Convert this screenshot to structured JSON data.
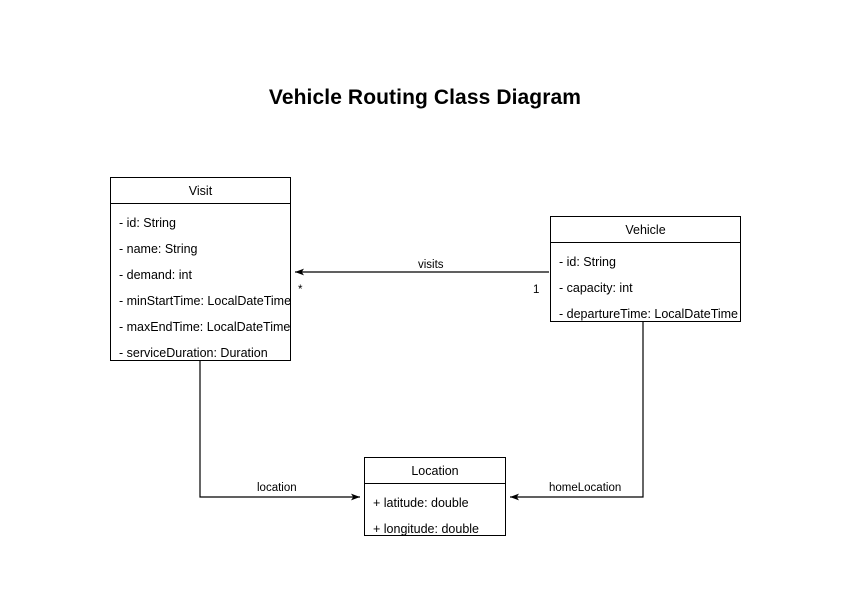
{
  "title": "Vehicle Routing Class Diagram",
  "theme": {
    "background": "#ffffff",
    "stroke": "#000000",
    "box_fill": "#ffffff",
    "text": "#000000"
  },
  "diagram": {
    "type": "uml-class-diagram",
    "classes": [
      {
        "id": "visit",
        "name": "Visit",
        "attributes": [
          "- id: String",
          "- name: String",
          "- demand: int",
          "- minStartTime: LocalDateTime",
          "- maxEndTime: LocalDateTime",
          "- serviceDuration: Duration"
        ]
      },
      {
        "id": "vehicle",
        "name": "Vehicle",
        "attributes": [
          "- id: String",
          "- capacity: int",
          "- departureTime: LocalDateTime"
        ]
      },
      {
        "id": "location",
        "name": "Location",
        "attributes": [
          "+ latitude: double",
          "+ longitude: double"
        ]
      }
    ],
    "relationships": [
      {
        "id": "visits",
        "label": "visits",
        "from": "vehicle",
        "to": "visit",
        "source_multiplicity": "1",
        "target_multiplicity": "*",
        "arrow": "open-arrow-at-target"
      },
      {
        "id": "location",
        "label": "location",
        "from": "visit",
        "to": "location",
        "source_multiplicity": "",
        "target_multiplicity": "",
        "arrow": "open-arrow-at-target"
      },
      {
        "id": "homeLocation",
        "label": "homeLocation",
        "from": "vehicle",
        "to": "location",
        "source_multiplicity": "",
        "target_multiplicity": "",
        "arrow": "open-arrow-at-target"
      }
    ]
  }
}
